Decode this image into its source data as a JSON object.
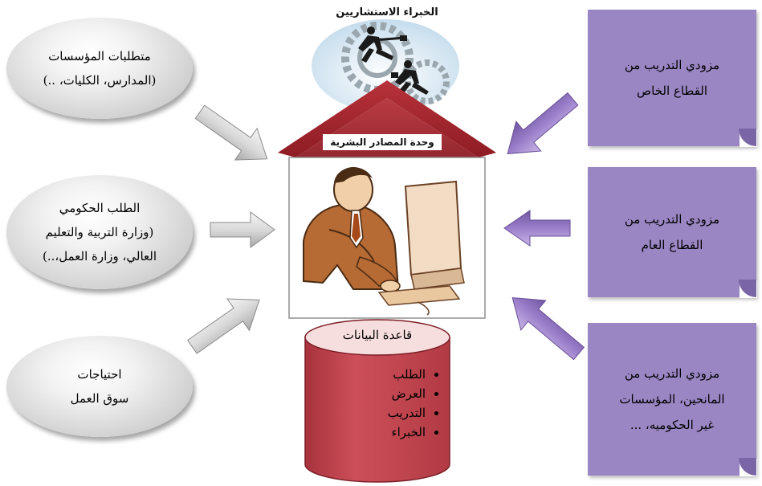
{
  "left_boxes": [
    {
      "lines": [
        "متطلبات المؤسسات",
        "(المدارس، الكليات، ..)"
      ]
    },
    {
      "lines": [
        "الطلب الحكومي",
        "(وزارة التربية والتعليم",
        "العالي، وزارة العمل،..)"
      ]
    },
    {
      "lines": [
        "احتياجات",
        "سوق العمل"
      ]
    }
  ],
  "right_boxes": [
    {
      "lines": [
        "مزودي التدريب من",
        "القطاع الخاص"
      ]
    },
    {
      "lines": [
        "مزودي التدريب من",
        "القطاع العام"
      ]
    },
    {
      "lines": [
        "مزودي التدريب من",
        "المانحين، المؤسسات",
        "غير الحكوميه، ..."
      ]
    }
  ],
  "center": {
    "experts_label": "الخبراء الاستشاريين",
    "hr_unit_label": "وحدة المصادر البشرية"
  },
  "database": {
    "title": "قاعدة البيانات",
    "items": [
      "الطلب",
      "العرض",
      "التدريب",
      "الخبراء"
    ]
  },
  "colors": {
    "ellipse_gray": "#c8c8c8",
    "purple_card": "#9b86c4",
    "purple_arrow": "#8c6fbf",
    "roof_red": "#a3242c",
    "database_red": "#c0454f"
  }
}
